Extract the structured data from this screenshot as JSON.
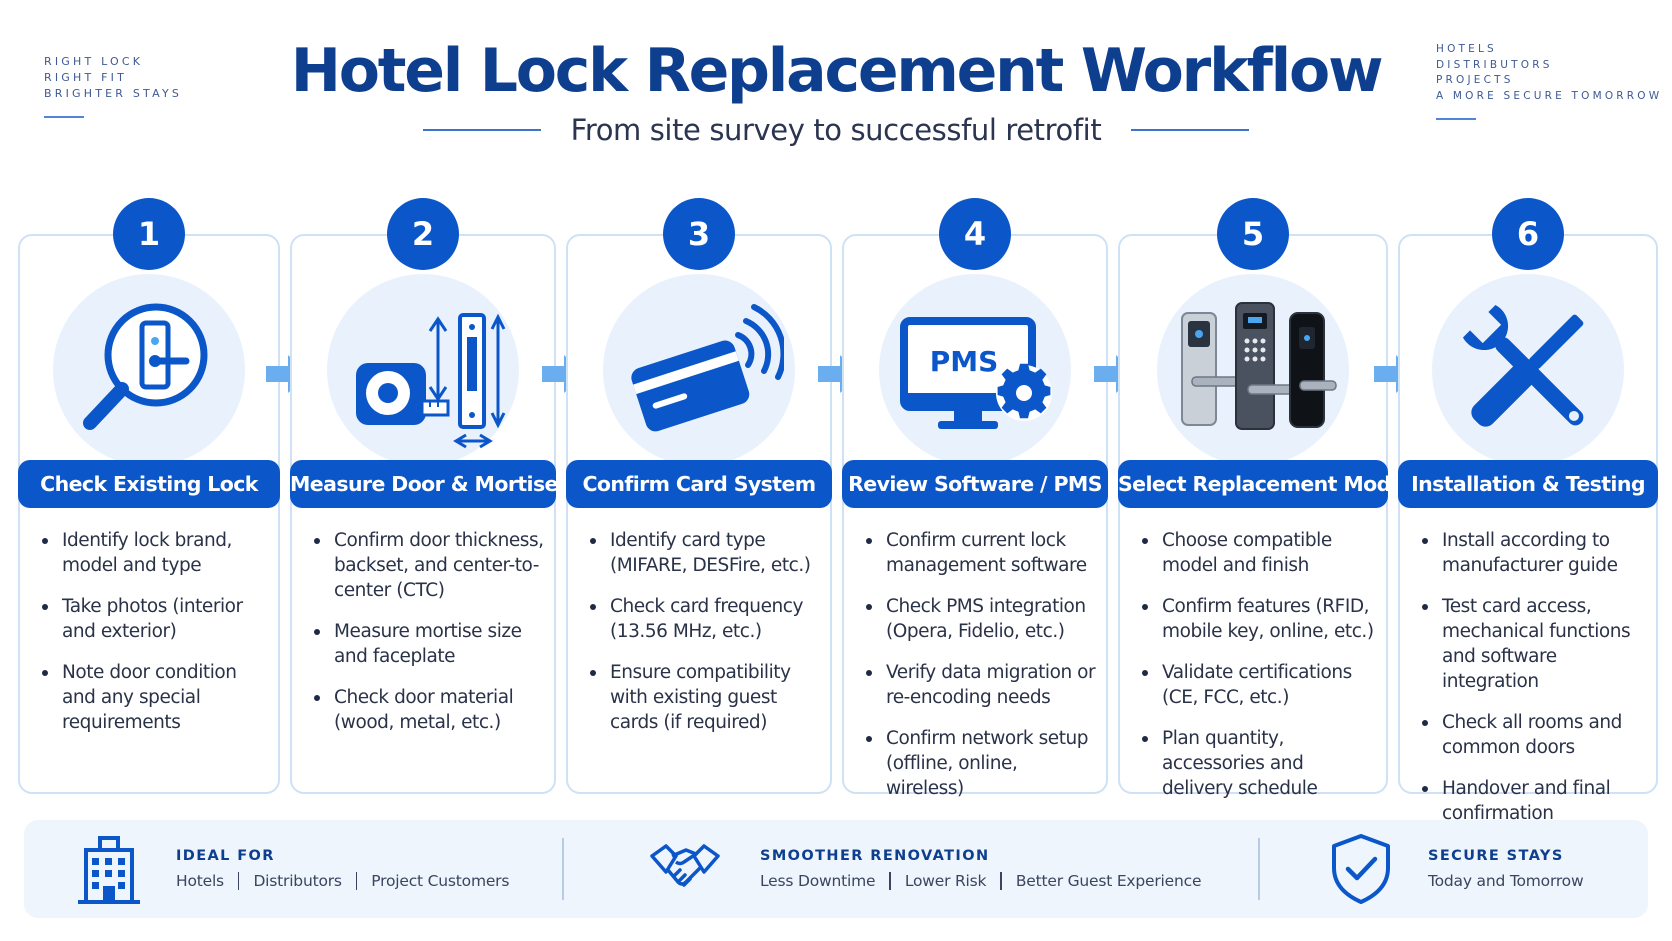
{
  "header": {
    "tagline_left": [
      "RIGHT LOCK",
      "RIGHT FIT",
      "BRIGHTER STAYS"
    ],
    "tagline_right": [
      "HOTELS",
      "DISTRIBUTORS",
      "PROJECTS",
      "A MORE SECURE TOMORROW"
    ],
    "title": "Hotel Lock Replacement Workflow",
    "subtitle": "From site survey to successful retrofit"
  },
  "colors": {
    "primary": "#0b57c9",
    "title": "#0e3f8f",
    "accent_light": "#e9f2fc",
    "arrow": "#6aaeef"
  },
  "steps": [
    {
      "number": "1",
      "title": "Check Existing Lock",
      "icon": "magnifier-lock-icon",
      "bullets": [
        "Identify lock brand, model and type",
        "Take photos (interior and exterior)",
        "Note door condition and any special requirements"
      ]
    },
    {
      "number": "2",
      "title": "Measure Door & Mortise",
      "icon": "tape-measure-icon",
      "bullets": [
        "Confirm door thickness, backset, and center-to-center (CTC)",
        "Measure mortise size and faceplate",
        "Check door material (wood, metal, etc.)"
      ]
    },
    {
      "number": "3",
      "title": "Confirm Card System",
      "icon": "rfid-card-icon",
      "bullets": [
        "Identify card type (MIFARE, DESFire, etc.)",
        "Check card frequency (13.56 MHz, etc.)",
        "Ensure compatibility with existing guest cards (if required)"
      ]
    },
    {
      "number": "4",
      "title": "Review Software / PMS",
      "icon": "pms-monitor-icon",
      "icon_text": "PMS",
      "bullets": [
        "Confirm current lock management software",
        "Check PMS integration (Opera, Fidelio, etc.)",
        "Verify data migration or re-encoding needs",
        "Confirm network setup (offline, online, wireless)"
      ]
    },
    {
      "number": "5",
      "title": "Select Replacement Model",
      "icon": "smart-locks-icon",
      "bullets": [
        "Choose compatible model and finish",
        "Confirm features (RFID, mobile key, online, etc.)",
        "Validate certifications (CE, FCC, etc.)",
        "Plan quantity, accessories and delivery schedule"
      ]
    },
    {
      "number": "6",
      "title": "Installation & Testing",
      "icon": "tools-icon",
      "bullets": [
        "Install according to manufacturer guide",
        "Test card access, mechanical functions and software integration",
        "Check all rooms and common doors",
        "Handover and final confirmation"
      ]
    }
  ],
  "footer": [
    {
      "icon": "hotel-building-icon",
      "heading": "IDEAL FOR",
      "items": [
        "Hotels",
        "Distributors",
        "Project Customers"
      ]
    },
    {
      "icon": "handshake-icon",
      "heading": "SMOOTHER RENOVATION",
      "items": [
        "Less Downtime",
        "Lower Risk",
        "Better Guest Experience"
      ]
    },
    {
      "icon": "shield-check-icon",
      "heading": "SECURE STAYS",
      "items": [
        "Today and Tomorrow"
      ]
    }
  ]
}
